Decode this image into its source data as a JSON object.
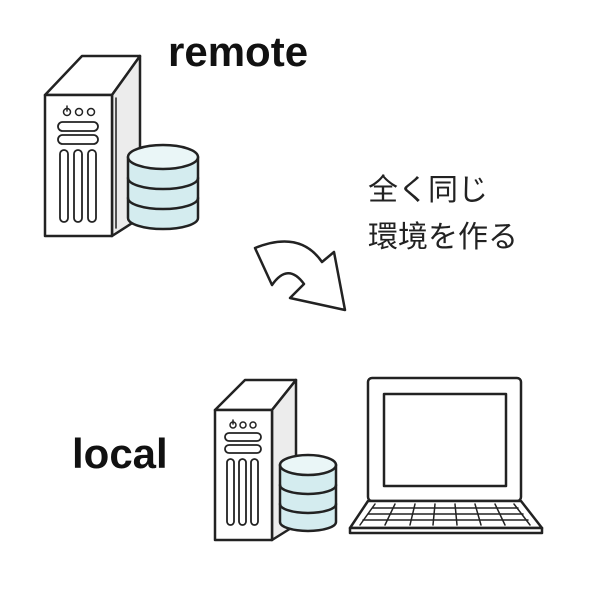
{
  "labels": {
    "remote": "remote",
    "local": "local"
  },
  "caption": {
    "line1": "全く同じ",
    "line2": "環境を作る"
  },
  "colors": {
    "db_fill": "#d4ecef",
    "server_fill": "#ffffff",
    "side_fill": "#ececec",
    "stroke": "#222222"
  }
}
